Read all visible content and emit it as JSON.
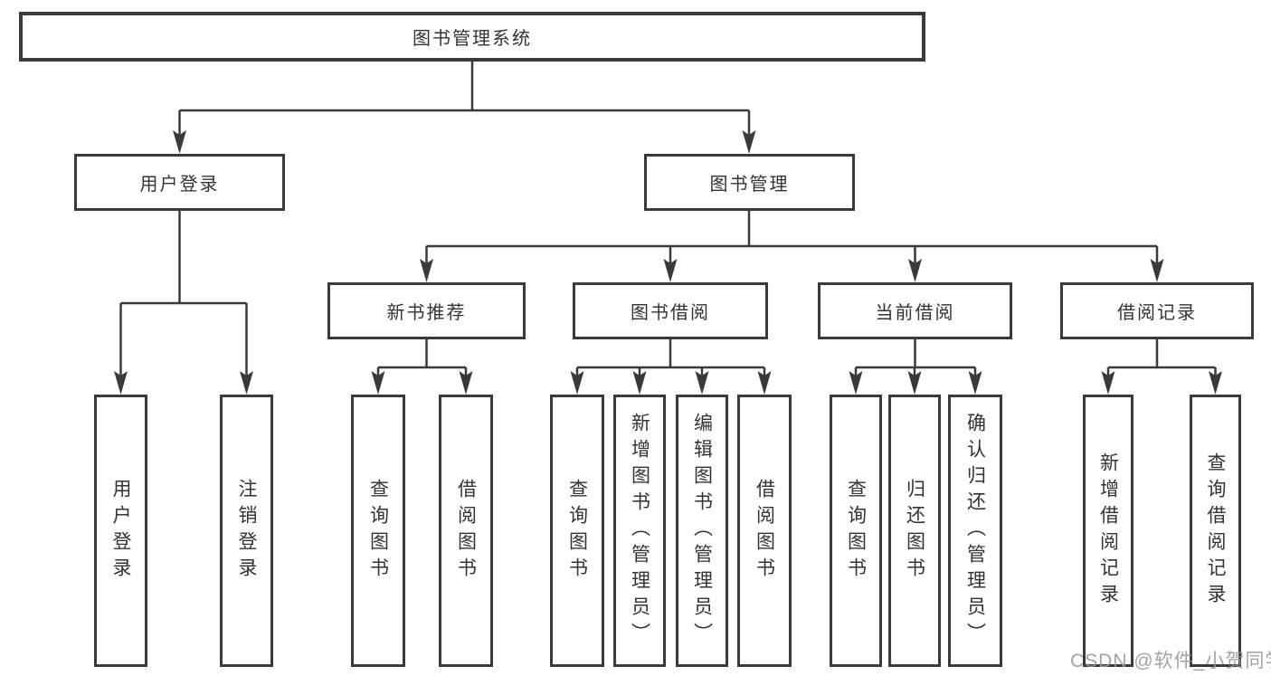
{
  "colors": {
    "line": "#3a3a3a",
    "text": "#333333",
    "box_background": "#ffffff",
    "page_background": "#ffffff",
    "watermark": "#9a9a9a"
  },
  "tree": {
    "root": {
      "label": "图书管理系统",
      "children": [
        {
          "label": "用户登录",
          "children": [
            {
              "label": "用户登录"
            },
            {
              "label": "注销登录"
            }
          ]
        },
        {
          "label": "图书管理",
          "children": [
            {
              "label": "新书推荐",
              "children": [
                {
                  "label": "查询图书"
                },
                {
                  "label": "借阅图书"
                }
              ]
            },
            {
              "label": "图书借阅",
              "children": [
                {
                  "label": "查询图书"
                },
                {
                  "label": "新增图书（管理员）"
                },
                {
                  "label": "编辑图书（管理员）"
                },
                {
                  "label": "借阅图书"
                }
              ]
            },
            {
              "label": "当前借阅",
              "children": [
                {
                  "label": "查询图书"
                },
                {
                  "label": "归还图书"
                },
                {
                  "label": "确认归还（管理员）"
                }
              ]
            },
            {
              "label": "借阅记录",
              "children": [
                {
                  "label": "新增借阅记录"
                },
                {
                  "label": "查询借阅记录"
                }
              ]
            }
          ]
        }
      ]
    }
  },
  "watermark": {
    "text": "CSDN @软件_小贺同学"
  }
}
